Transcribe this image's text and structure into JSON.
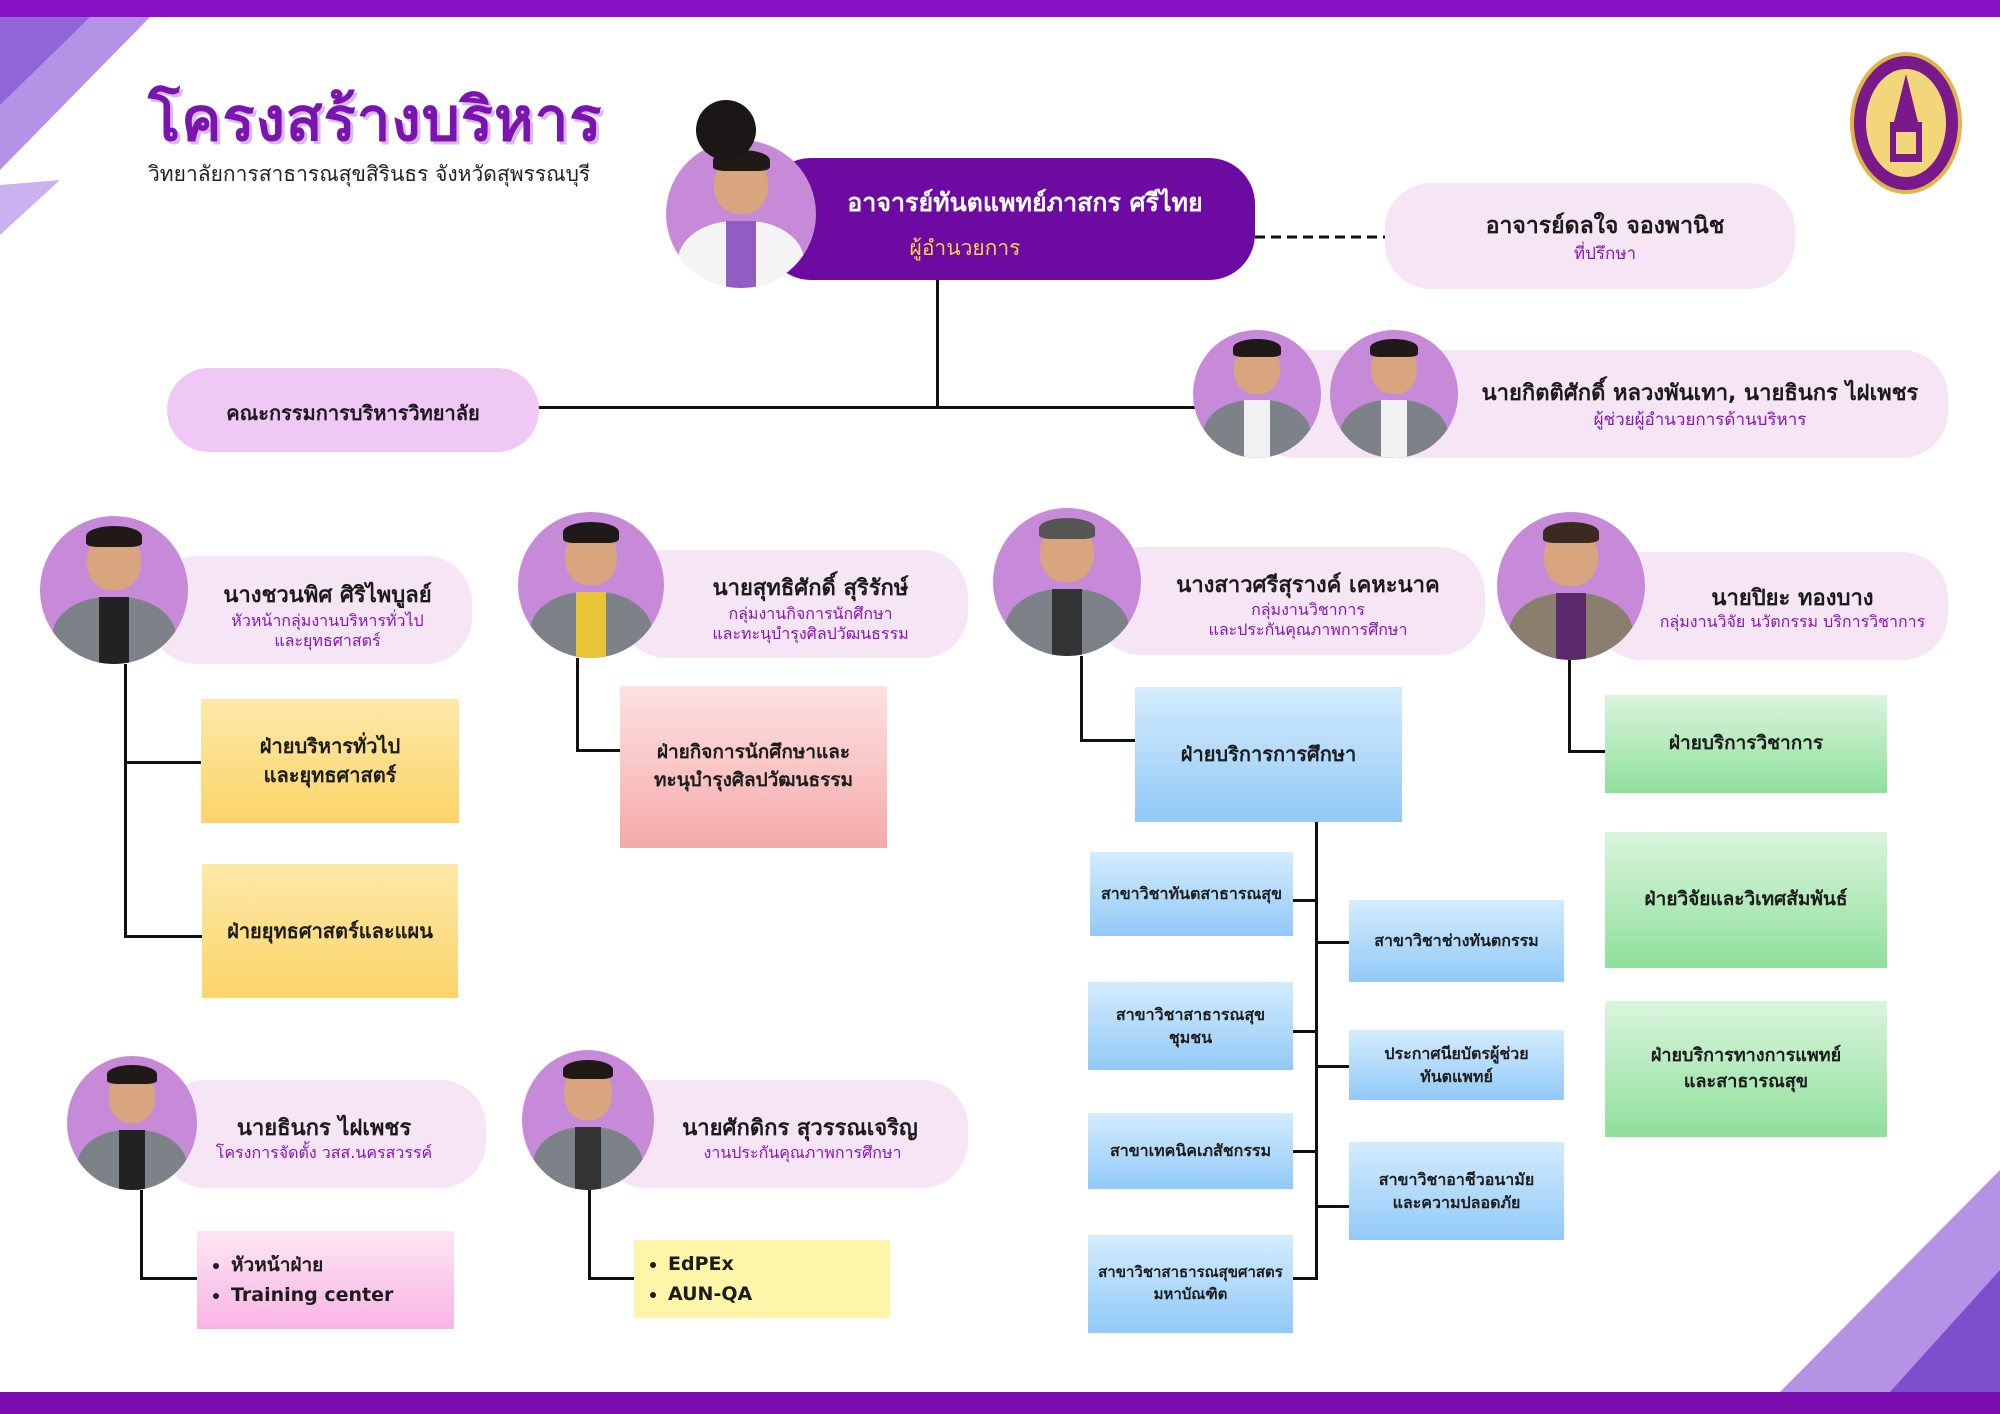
{
  "header": {
    "title": "โครงสร้างบริหาร",
    "subtitle": "วิทยาลัยการสาธารณสุขสิรินธร จังหวัดสุพรรณบุรี"
  },
  "director": {
    "name": "อาจารย์ทันตแพทย์ภาสกร ศรีไทย",
    "role": "ผู้อำนวยการ"
  },
  "advisor": {
    "name": "อาจารย์ดลใจ จองพานิช",
    "role": "ที่ปรึกษา"
  },
  "committee": {
    "label": "คณะกรรมการบริหารวิทยาลัย"
  },
  "assistant": {
    "name": "นายกิตติศักดิ์ หลวงพันเทา, นายธินกร ไฝเพชร",
    "role": "ผู้ช่วยผู้อำนวยการด้านบริหาร"
  },
  "heads": [
    {
      "name": "นางชวนพิศ ศิริไพบูลย์",
      "role1": "หัวหน้ากลุ่มงานบริหารทั่วไป",
      "role2": "และยุทธศาสตร์"
    },
    {
      "name": "นายสุทธิศักดิ์ สุริรักษ์",
      "role1": "กลุ่มงานกิจการนักศึกษา",
      "role2": "และทะนุบำรุงศิลปวัฒนธรรม"
    },
    {
      "name": "นางสาวศรีสุรางค์ เคหะนาค",
      "role1": "กลุ่มงานวิชาการ",
      "role2": "และประกันคุณภาพการศึกษา"
    },
    {
      "name": "นายปิยะ ทองบาง",
      "role1": "กลุ่มงานวิจัย นวัตกรรม บริการวิชาการ",
      "role2": ""
    },
    {
      "name": "นายธินกร ไฝเพชร",
      "role1": "โครงการจัดตั้ง วสส.นครสวรรค์",
      "role2": ""
    },
    {
      "name": "นายศักดิกร สุวรรณเจริญ",
      "role1": "งานประกันคุณภาพการศึกษา",
      "role2": ""
    }
  ],
  "units": {
    "admin1": [
      "ฝ่ายบริหารทั่วไป",
      "และยุทธศาสตร์"
    ],
    "admin2": "ฝ่ายยุทธศาสตร์และแผน",
    "student": [
      "ฝ่ายกิจการนักศึกษาและ",
      "ทะนุบำรุงศิลปวัฒนธรรม"
    ],
    "academic": "ฝ่ายบริการการศึกษา",
    "research1": "ฝ่ายบริการวิชาการ",
    "research2": "ฝ่ายวิจัยและวิเทศสัมพันธ์",
    "research3": [
      "ฝ่ายบริการทางการแพทย์",
      "และสาธารณสุข"
    ]
  },
  "branches_left": [
    [
      "สาขาวิชาทันตสาธารณสุข",
      ""
    ],
    [
      "สาขาวิชาสาธารณสุข",
      "ชุมชน"
    ],
    [
      "สาขาเทคนิคเภสัชกรรม",
      ""
    ],
    [
      "สาขาวิชาสาธารณสุขศาสตร",
      "มหาบัณฑิต"
    ]
  ],
  "branches_right": [
    [
      "สาขาวิชาช่างทันตกรรม",
      ""
    ],
    [
      "ประกาศนียบัตรผู้ช่วย",
      "ทันตแพทย์"
    ],
    [
      "สาขาวิชาอาชีวอนามัย",
      "และความปลอดภัย"
    ]
  ],
  "nakhon_items": [
    "หัวหน้าฝ่าย",
    "Training center"
  ],
  "qa_items": [
    "EdPEx",
    "AUN-QA"
  ]
}
